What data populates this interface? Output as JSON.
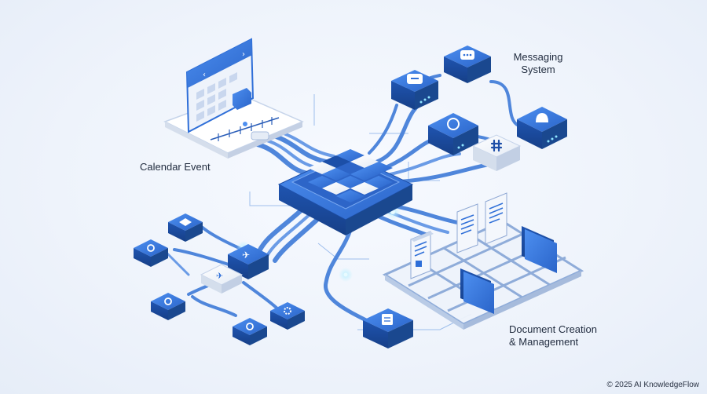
{
  "labels": {
    "calendar": "Calendar Event",
    "messaging_line1": "Messaging",
    "messaging_line2": "System",
    "document_line1": "Document Creation",
    "document_line2": "& Management"
  },
  "footer": "© 2025 AI KnowledgeFlow",
  "colors": {
    "primary": "#2f6fd8",
    "primary_dark": "#1e4fa8",
    "light_tile": "#e9eef6",
    "cable": "#5b8fdf",
    "glow": "#7fd3ff"
  },
  "icons": [
    "calendar-icon",
    "chat-bubble-icon",
    "sync-icon",
    "bell-icon",
    "slack-icon",
    "document-icon",
    "folder-icon",
    "mail-icon",
    "plane-icon",
    "headset-icon"
  ]
}
